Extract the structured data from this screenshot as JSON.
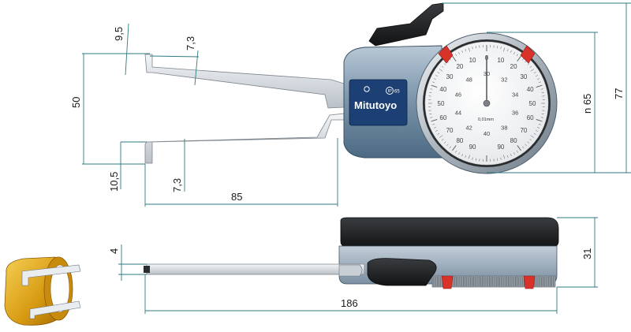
{
  "dimensions": {
    "tip_height": "9,5",
    "jaw_upper_thickness": "7,3",
    "measuring_range_height": "50",
    "lower_tip_height": "10,5",
    "jaw_lower_thickness": "7,3",
    "jaw_length": "85",
    "dial_diameter": "n 65",
    "overall_height": "77",
    "tip_thickness": "4",
    "body_thickness": "31",
    "overall_length": "186"
  },
  "gauge": {
    "brand": "Mitutoyo",
    "ip_rating": "65",
    "resolution_label": "0,01mm",
    "outer_scale_top": [
      "90",
      "80",
      "70",
      "60",
      "50",
      "40",
      "30",
      "20",
      "10",
      "0",
      "10",
      "20",
      "30",
      "40",
      "50",
      "60",
      "70",
      "80",
      "90"
    ],
    "inner_scale_left": [
      "48",
      "46",
      "44",
      "42"
    ],
    "inner_scale_right": [
      "32",
      "34",
      "36",
      "38"
    ],
    "inner_top": "30",
    "inner_bottom": "40",
    "colors": {
      "body": "#5d7d96",
      "body_light": "#9fb4c6",
      "label_panel": "#1c3f74",
      "accent_red": "#d9322a",
      "dimension_line": "#2e7a82",
      "brass": "#d9a21b"
    }
  }
}
